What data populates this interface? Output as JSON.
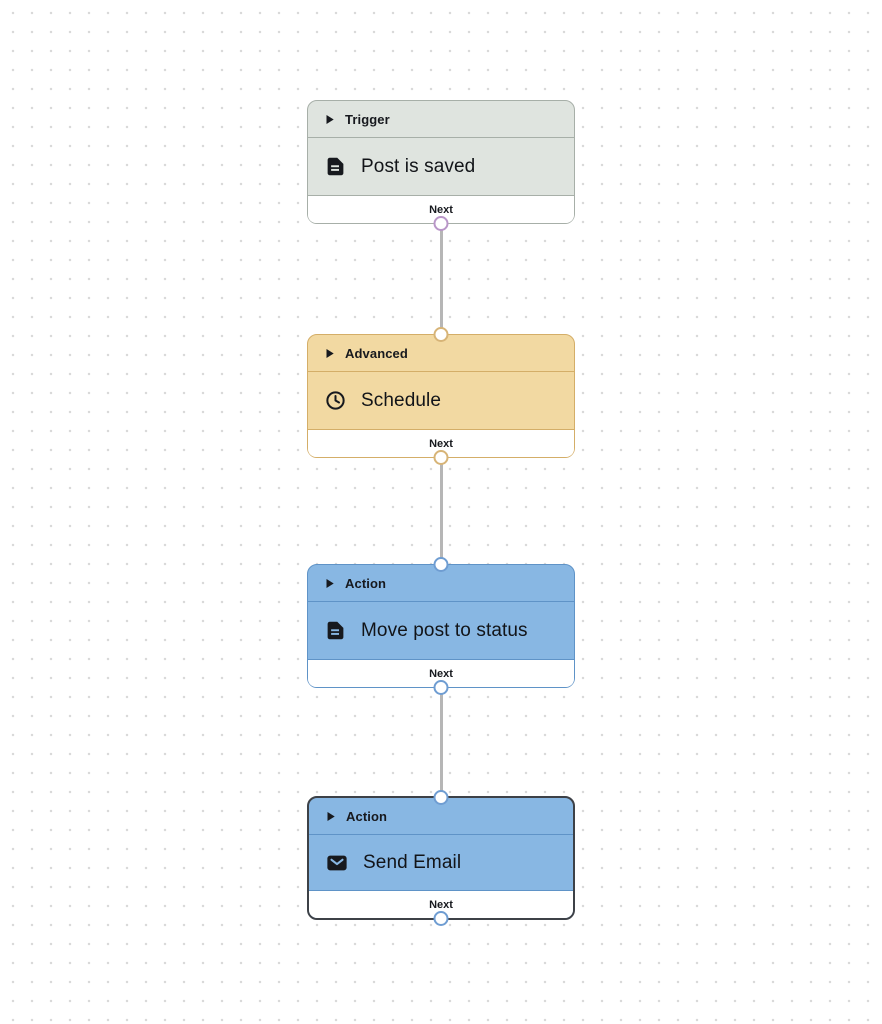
{
  "canvas": {
    "dot_color": "#d9d9d9",
    "connector_color": "#b6b6b6",
    "port_fill": "#ffffff"
  },
  "nodes": [
    {
      "category": "Trigger",
      "label": "Post is saved",
      "icon": "document-icon",
      "footer_label": "Next",
      "selected": false,
      "has_input_port": false,
      "colors": {
        "background": "#dfe4df",
        "border": "#a7afa8",
        "divider": "#a7afa8",
        "port": "#b996c8"
      }
    },
    {
      "category": "Advanced",
      "label": "Schedule",
      "icon": "clock-icon",
      "footer_label": "Next",
      "selected": false,
      "has_input_port": true,
      "colors": {
        "background": "#f2d9a2",
        "border": "#d4ae68",
        "divider": "#d4ae68",
        "port": "#d7b477"
      }
    },
    {
      "category": "Action",
      "label": "Move post to status",
      "icon": "document-icon",
      "footer_label": "Next",
      "selected": false,
      "has_input_port": true,
      "colors": {
        "background": "#88b7e3",
        "border": "#5f93c7",
        "divider": "#5f93c7",
        "port": "#6f9dd2"
      }
    },
    {
      "category": "Action",
      "label": "Send Email",
      "icon": "mail-icon",
      "footer_label": "Next",
      "selected": true,
      "has_input_port": true,
      "colors": {
        "background": "#88b7e3",
        "border": "#3d4147",
        "divider": "#5f93c7",
        "port": "#6f9dd2"
      }
    }
  ]
}
